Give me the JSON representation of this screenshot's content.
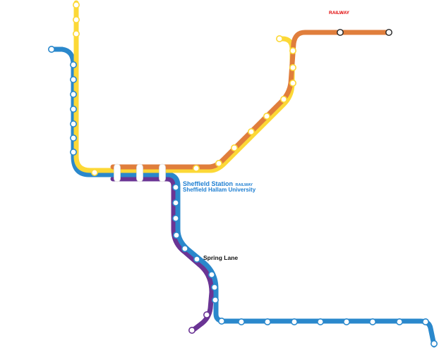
{
  "labels": {
    "railway_top": "RAILWAY",
    "sheffield_station": "Sheffield Station",
    "sheffield_railway": "RAILWAY",
    "sheffield_hallam": "Sheffield Hallam University",
    "spring_lane": "Spring Lane"
  },
  "colors": {
    "yellow_line": "#FCD836",
    "orange_line": "#E07E3C",
    "blue_line": "#2A88CC",
    "purple_line": "#6A3494",
    "railway_label": "#E00000",
    "station_label_blue": "#1E7FD2",
    "station_label_dark": "#111111",
    "stop_fill": "#FFFFFF",
    "railway_stop_stroke": "#222222"
  },
  "lines": [
    {
      "name_key": "yellow",
      "color_key": "yellow_line"
    },
    {
      "name_key": "orange",
      "color_key": "orange_line"
    },
    {
      "name_key": "blue",
      "color_key": "blue_line"
    },
    {
      "name_key": "purple",
      "color_key": "purple_line"
    }
  ]
}
